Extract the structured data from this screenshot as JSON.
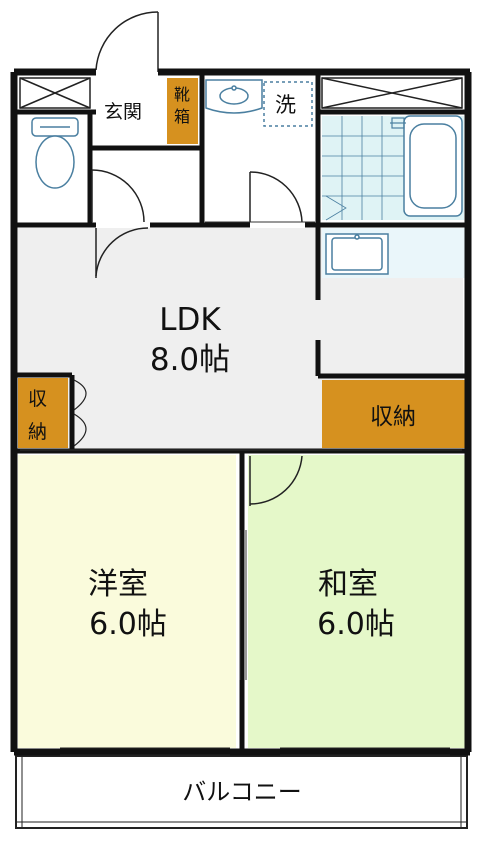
{
  "rooms": {
    "entrance": "玄関",
    "shoe_storage": "靴箱",
    "washer": "洗",
    "ldk_name": "LDK",
    "ldk_size": "8.0帖",
    "storage_left_1": "収",
    "storage_left_2": "納",
    "storage_right": "収納",
    "western_name": "洋室",
    "western_size": "6.0帖",
    "japanese_name": "和室",
    "japanese_size": "6.0帖",
    "balcony": "バルコニー"
  },
  "colors": {
    "wall": "#111111",
    "ldk_floor": "#efefef",
    "storage": "#d6911f",
    "western_floor": "#fafbdc",
    "japanese_floor": "#e5f8c9",
    "bath_tile": "#dff3f5",
    "fixture_line": "#4a7fa0"
  }
}
